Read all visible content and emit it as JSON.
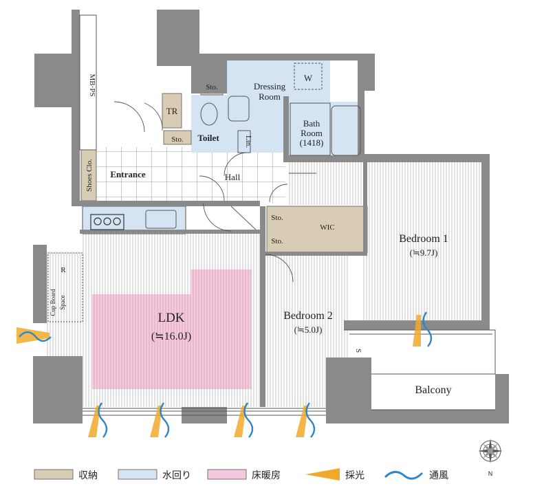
{
  "rooms": {
    "mbps": "MB·PS",
    "tr": "TR",
    "sto_top": "Sto.",
    "sto_toilet": "Sto.",
    "toilet": "Toilet",
    "lin": "Lin.",
    "dressing_1": "Dressing",
    "dressing_2": "Room",
    "w": "W",
    "bath_1": "Bath",
    "bath_2": "Room",
    "bath_3": "(1418)",
    "shoes": "Shoes Clo.",
    "entrance": "Entrance",
    "hall": "Hall",
    "sto_wic_1": "Sto.",
    "sto_wic_2": "Sto.",
    "wic": "WIC",
    "bedroom1": "Bedroom 1",
    "bedroom1_size": "(≒9.7J)",
    "bedroom2": "Bedroom 2",
    "bedroom2_size": "(≒5.0J)",
    "ldk": "LDK",
    "ldk_size": "(≒16.0J)",
    "r": "R",
    "cup_board": "Cup Board",
    "space": "Space",
    "balcony": "Balcony",
    "s": "S"
  },
  "legend": {
    "storage": "収納",
    "water": "水回り",
    "floor_heat": "床暖房",
    "daylight": "採光",
    "ventilation": "通風"
  },
  "compass": {
    "north": "N"
  },
  "colors": {
    "wall": "#8a8a8a",
    "storage": "#d8cdb4",
    "water": "#d5e4f2",
    "floor_heat": "#f4c9dd",
    "daylight": "#f0a92a",
    "ventilation": "#2f86c6",
    "hatch": "#b9b9b9"
  }
}
